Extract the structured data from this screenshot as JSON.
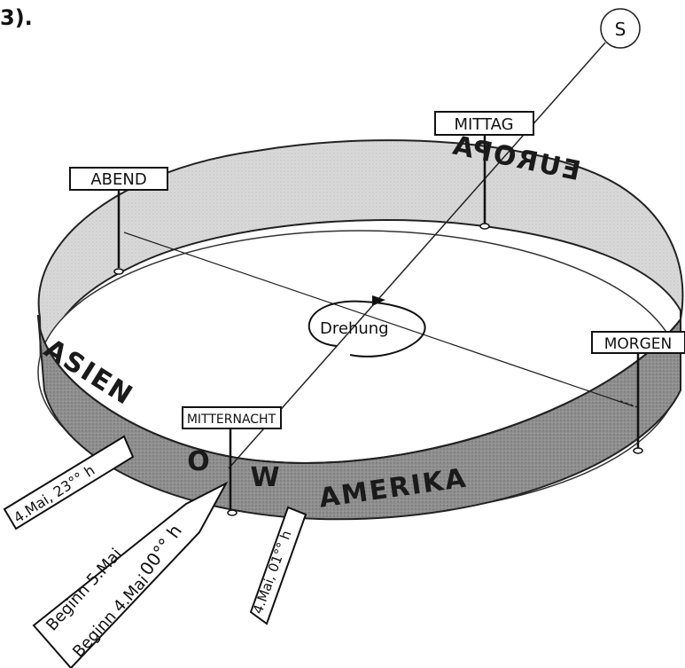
{
  "caption_fragment": "3).",
  "sun_label": "S",
  "labels": {
    "noon": "MITTAG",
    "evening": "ABEND",
    "morning": "MORGEN",
    "midnight": "MITTERNACHT",
    "rotation": "Drehung"
  },
  "band_text": {
    "europe": "EUROPA",
    "asia": "ASIEN",
    "east": "O",
    "west": "W",
    "america": "AMERIKA"
  },
  "tags": {
    "asia_time": "4.Mai, 23°° h",
    "begin_may5": "Beginn 5.Mai",
    "begin_may4": "Beginn 4.Mai",
    "midnight_time": "00°° h",
    "america_time": "4.Mai, 01°° h"
  },
  "colors": {
    "band_inner": "#d4d4d4",
    "band_outer": "#8c8c8c",
    "ink": "#111111"
  }
}
